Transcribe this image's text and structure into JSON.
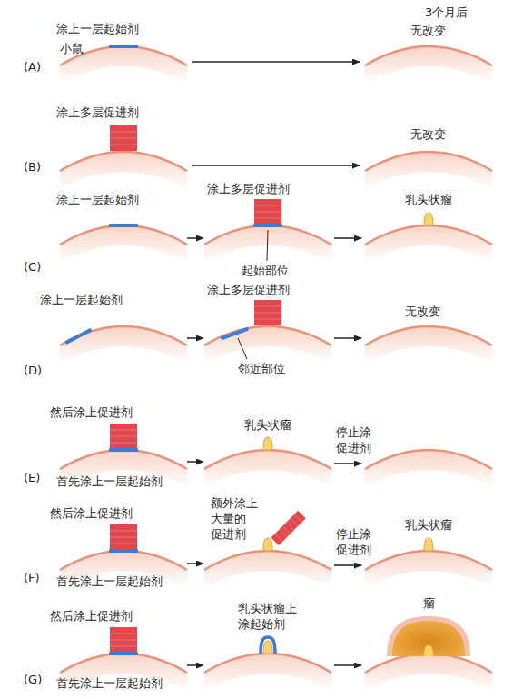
{
  "diagram": {
    "labels": [
      "3个月后",
      "涂上一层起始剂",
      "小鼠",
      "(A)",
      "无改变",
      "涂上多层促进剂",
      "(B)",
      "无改变",
      "涂上一层起始剂",
      "涂上多层促进剂",
      "乳头状瘤",
      "(C)",
      "起始部位",
      "涂上一层起始剂",
      "涂上多层促进剂",
      "(D)",
      "无改变",
      "邻近部位",
      "然后涂上促进剂",
      "乳头状瘤",
      "停止涂 促进剂",
      "(E)",
      "首先涂上一层起始剂",
      "然后涂上促进剂",
      "额外涂上 大量的 促进剂",
      "停止涂 促进剂",
      "乳头状瘤",
      "(F)",
      "首先涂上一层起始剂",
      "然后涂上促进剂",
      "乳头状瘤上 涂起始剂",
      "瘤",
      "(G)",
      "首先涂上一层起始剂"
    ]
  }
}
